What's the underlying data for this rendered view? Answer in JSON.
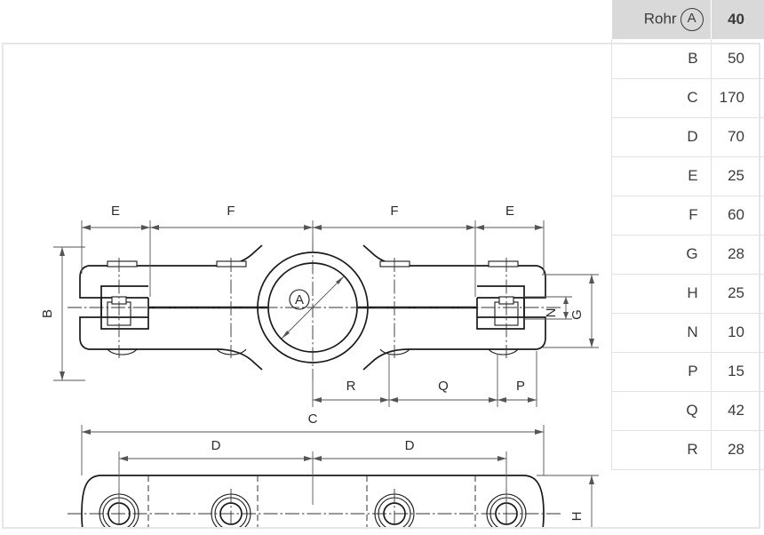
{
  "table": {
    "header": {
      "label": "Rohr",
      "symbol": "A",
      "value": "40"
    },
    "rows": [
      {
        "label": "B",
        "value": "50"
      },
      {
        "label": "C",
        "value": "170"
      },
      {
        "label": "D",
        "value": "70"
      },
      {
        "label": "E",
        "value": "25"
      },
      {
        "label": "F",
        "value": "60"
      },
      {
        "label": "G",
        "value": "28"
      },
      {
        "label": "H",
        "value": "25"
      },
      {
        "label": "N",
        "value": "10"
      },
      {
        "label": "P",
        "value": "15"
      },
      {
        "label": "Q",
        "value": "42"
      },
      {
        "label": "R",
        "value": "28"
      }
    ]
  },
  "drawing": {
    "front_view": {
      "dimensions": {
        "top_chain": [
          "E",
          "F",
          "F",
          "E"
        ],
        "bottom_chain": [
          "R",
          "Q",
          "P"
        ],
        "left": "B",
        "right_outer": "G",
        "right_inner": "N",
        "bore_diameter_label": "A"
      }
    },
    "plan_view": {
      "dimensions": {
        "overall": "C",
        "hole_spacing": [
          "D",
          "D"
        ],
        "thickness": "H"
      }
    }
  },
  "colors": {
    "line": "#1a1a1a",
    "dimension": "#555555",
    "header_bg": "#d9d9d9",
    "border": "#e6e6e6"
  }
}
